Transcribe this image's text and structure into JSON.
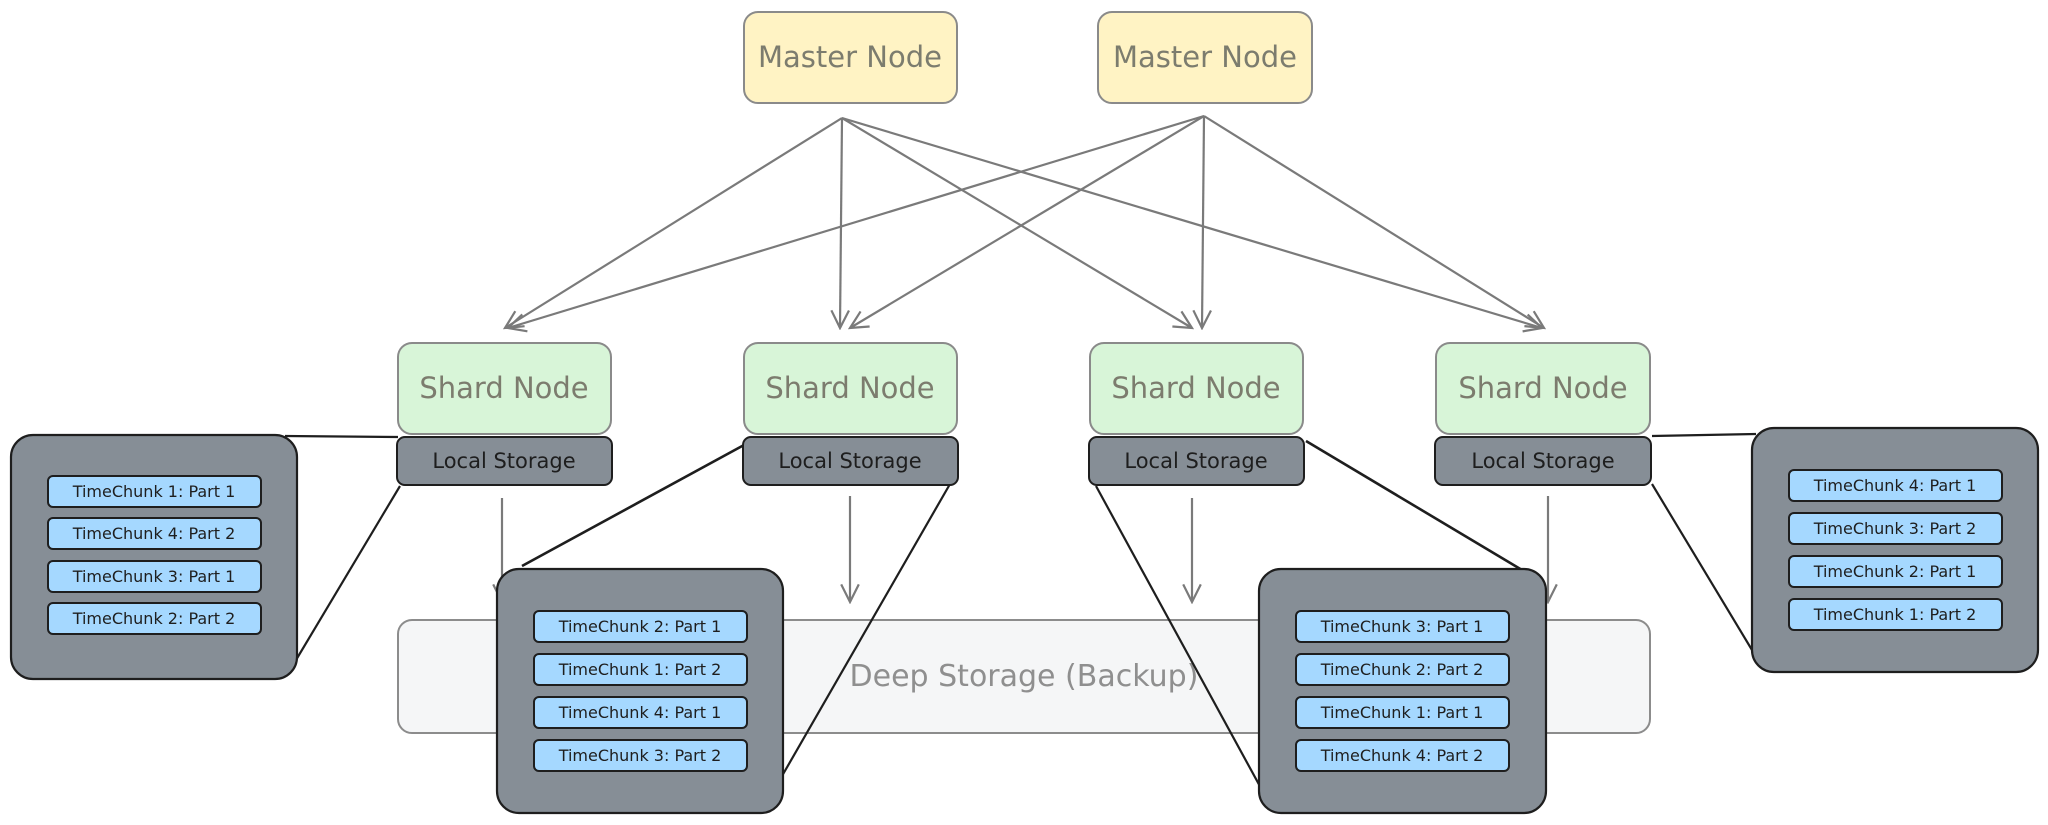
{
  "diagram": {
    "masters": [
      {
        "label": "Master Node"
      },
      {
        "label": "Master Node"
      }
    ],
    "shards": [
      {
        "label": "Shard Node",
        "storage_label": "Local Storage"
      },
      {
        "label": "Shard Node",
        "storage_label": "Local Storage"
      },
      {
        "label": "Shard Node",
        "storage_label": "Local Storage"
      },
      {
        "label": "Shard Node",
        "storage_label": "Local Storage"
      }
    ],
    "deep_storage": {
      "label": "Deep Storage (Backup)"
    },
    "storage_panels": [
      {
        "chunks": [
          "TimeChunk 1: Part 1",
          "TimeChunk 4: Part 2",
          "TimeChunk 3: Part 1",
          "TimeChunk 2: Part 2"
        ]
      },
      {
        "chunks": [
          "TimeChunk 2: Part 1",
          "TimeChunk 1: Part 2",
          "TimeChunk 4: Part 1",
          "TimeChunk 3: Part 2"
        ]
      },
      {
        "chunks": [
          "TimeChunk 3: Part 1",
          "TimeChunk 2: Part 2",
          "TimeChunk 1: Part 1",
          "TimeChunk 4: Part 2"
        ]
      },
      {
        "chunks": [
          "TimeChunk 4: Part 1",
          "TimeChunk 3: Part 2",
          "TimeChunk 2: Part 1",
          "TimeChunk 1: Part 2"
        ]
      }
    ],
    "colors": {
      "master_fill": "#fff3c4",
      "shard_fill": "#d8f5d8",
      "storage_fill": "#868e96",
      "chunk_fill": "#a5d8ff",
      "deep_fill": "#f5f6f7",
      "node_text": "#7c7c6e",
      "edge": "#7a7a7a",
      "outline": "#1e1e1e"
    }
  }
}
